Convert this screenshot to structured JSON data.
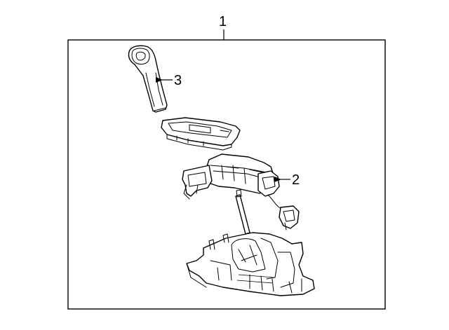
{
  "diagram": {
    "callouts": [
      {
        "id": "assembly",
        "label": "1"
      },
      {
        "id": "shifter-control",
        "label": "2"
      },
      {
        "id": "shift-knob",
        "label": "3"
      }
    ],
    "colors": {
      "line": "#000000",
      "background": "#ffffff"
    }
  }
}
